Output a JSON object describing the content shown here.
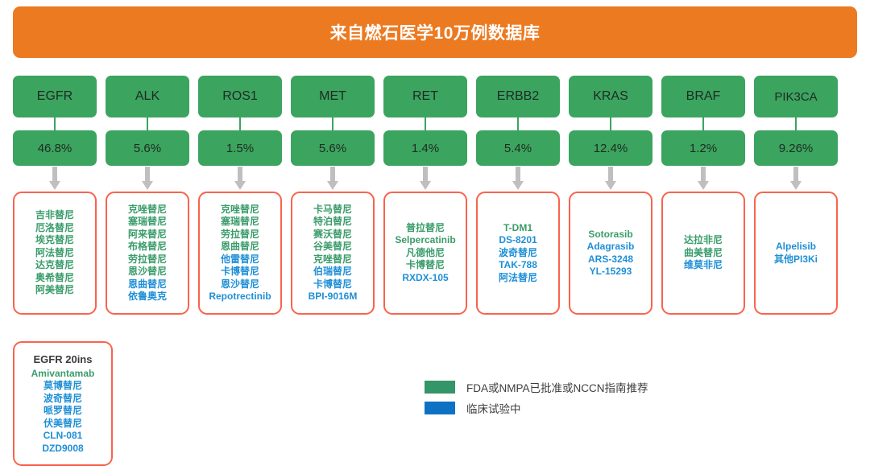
{
  "banner": {
    "title": "来自燃石医学10万例数据库"
  },
  "columns": [
    {
      "gene": "EGFR",
      "percent": "46.8%",
      "drugs": [
        {
          "name": "吉非替尼",
          "status": "approved"
        },
        {
          "name": "厄洛替尼",
          "status": "approved"
        },
        {
          "name": "埃克替尼",
          "status": "approved"
        },
        {
          "name": "阿法替尼",
          "status": "approved"
        },
        {
          "name": "达克替尼",
          "status": "approved"
        },
        {
          "name": "奥希替尼",
          "status": "approved"
        },
        {
          "name": "阿美替尼",
          "status": "approved"
        }
      ]
    },
    {
      "gene": "ALK",
      "percent": "5.6%",
      "drugs": [
        {
          "name": "克唑替尼",
          "status": "approved"
        },
        {
          "name": "塞瑞替尼",
          "status": "approved"
        },
        {
          "name": "阿来替尼",
          "status": "approved"
        },
        {
          "name": "布格替尼",
          "status": "approved"
        },
        {
          "name": "劳拉替尼",
          "status": "approved"
        },
        {
          "name": "恩沙替尼",
          "status": "approved"
        },
        {
          "name": "恩曲替尼",
          "status": "trial"
        },
        {
          "name": "依鲁奥克",
          "status": "trial"
        }
      ]
    },
    {
      "gene": "ROS1",
      "percent": "1.5%",
      "drugs": [
        {
          "name": "克唑替尼",
          "status": "approved"
        },
        {
          "name": "塞瑞替尼",
          "status": "approved"
        },
        {
          "name": "劳拉替尼",
          "status": "approved"
        },
        {
          "name": "恩曲替尼",
          "status": "approved"
        },
        {
          "name": "他雷替尼",
          "status": "trial"
        },
        {
          "name": "卡博替尼",
          "status": "trial"
        },
        {
          "name": "恩沙替尼",
          "status": "trial"
        },
        {
          "name": "Repotrectinib",
          "status": "trial"
        }
      ]
    },
    {
      "gene": "MET",
      "percent": "5.6%",
      "drugs": [
        {
          "name": "卡马替尼",
          "status": "approved"
        },
        {
          "name": "特泊替尼",
          "status": "approved"
        },
        {
          "name": "赛沃替尼",
          "status": "approved"
        },
        {
          "name": "谷美替尼",
          "status": "approved"
        },
        {
          "name": "克唑替尼",
          "status": "approved"
        },
        {
          "name": "伯瑞替尼",
          "status": "trial"
        },
        {
          "name": "卡博替尼",
          "status": "trial"
        },
        {
          "name": "BPI-9016M",
          "status": "trial"
        }
      ]
    },
    {
      "gene": "RET",
      "percent": "1.4%",
      "drugs": [
        {
          "name": "普拉替尼",
          "status": "approved"
        },
        {
          "name": "Selpercatinib",
          "status": "approved"
        },
        {
          "name": "凡德他尼",
          "status": "approved"
        },
        {
          "name": "卡博替尼",
          "status": "approved"
        },
        {
          "name": "RXDX-105",
          "status": "trial"
        }
      ]
    },
    {
      "gene": "ERBB2",
      "percent": "5.4%",
      "drugs": [
        {
          "name": "T-DM1",
          "status": "approved"
        },
        {
          "name": "DS-8201",
          "status": "trial"
        },
        {
          "name": "波奇替尼",
          "status": "trial"
        },
        {
          "name": "TAK-788",
          "status": "trial"
        },
        {
          "name": "阿法替尼",
          "status": "trial"
        }
      ]
    },
    {
      "gene": "KRAS",
      "percent": "12.4%",
      "drugs": [
        {
          "name": "Sotorasib",
          "status": "approved"
        },
        {
          "name": "Adagrasib",
          "status": "trial"
        },
        {
          "name": "ARS-3248",
          "status": "trial"
        },
        {
          "name": "YL-15293",
          "status": "trial"
        }
      ]
    },
    {
      "gene": "BRAF",
      "percent": "1.2%",
      "drugs": [
        {
          "name": "达拉非尼",
          "status": "approved"
        },
        {
          "name": "曲美替尼",
          "status": "approved"
        },
        {
          "name": "维莫非尼",
          "status": "trial"
        }
      ]
    },
    {
      "gene": "PIK3CA",
      "percent": "9.26%",
      "drugs": [
        {
          "name": "Alpelisib",
          "status": "trial"
        },
        {
          "name": "其他PI3Ki",
          "status": "trial"
        }
      ]
    }
  ],
  "egfr_20ins": {
    "title": "EGFR 20ins",
    "drugs": [
      {
        "name": "Amivantamab",
        "status": "approved"
      },
      {
        "name": "莫博替尼",
        "status": "trial"
      },
      {
        "name": "波奇替尼",
        "status": "trial"
      },
      {
        "name": "哌罗替尼",
        "status": "trial"
      },
      {
        "name": "伏美替尼",
        "status": "trial"
      },
      {
        "name": "CLN-081",
        "status": "trial"
      },
      {
        "name": "DZD9008",
        "status": "trial"
      }
    ]
  },
  "legend": {
    "items": [
      {
        "label": "FDA或NMPA已批准或NCCN指南推荐",
        "color": "#349568"
      },
      {
        "label": "临床试验中",
        "color": "#0d72c4"
      }
    ]
  },
  "colors": {
    "banner": "#ec7a21",
    "green_box": "#3ba45f",
    "drug_border": "#f9634e",
    "approved_text": "#3a9c6b",
    "trial_text": "#1f8fd6",
    "arrow": "#bfbfbf"
  }
}
